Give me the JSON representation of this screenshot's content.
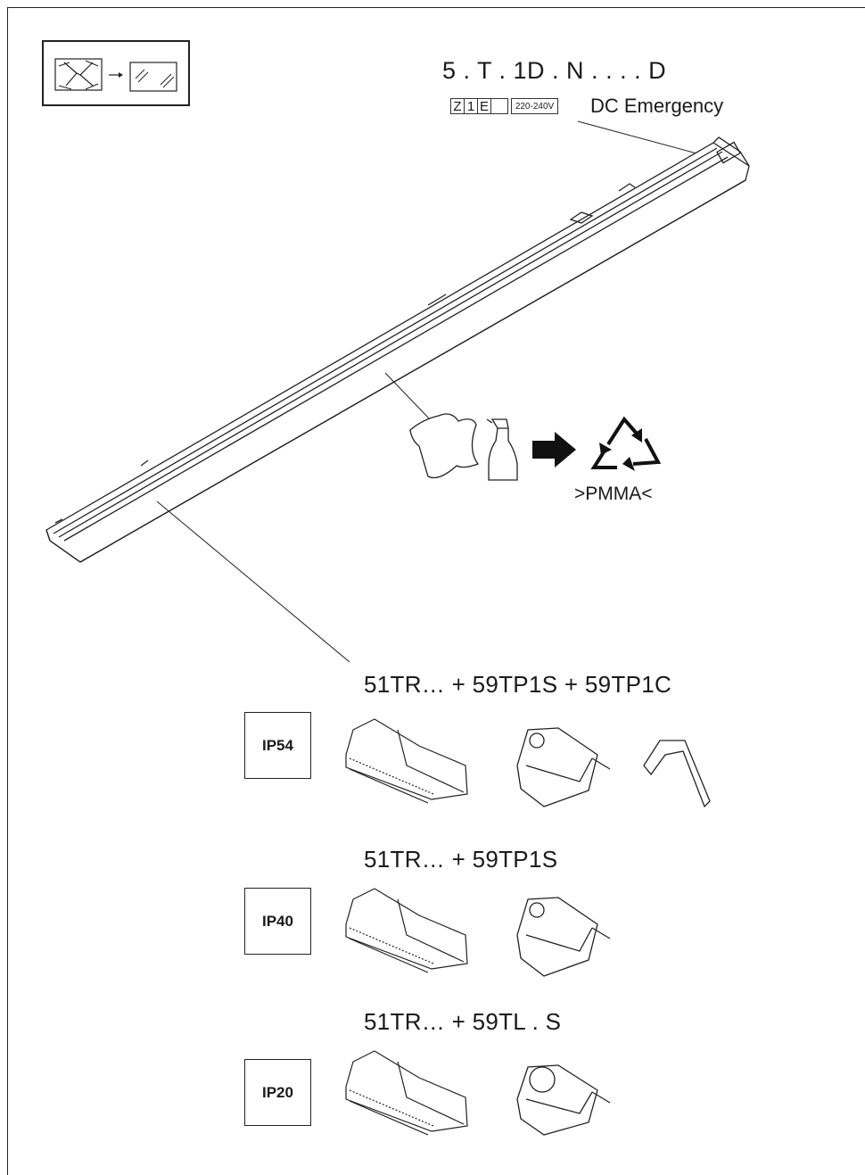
{
  "product_code": "5 . T . 1D . N . . . . D",
  "code_cells": [
    "Z",
    "1",
    "E",
    "",
    "220-240V"
  ],
  "emergency_label": "DC Emergency",
  "recycle_label": ">PMMA<",
  "configs": [
    {
      "ip": "IP54",
      "components": "51TR…  +  59TP1S  +  59TP1C"
    },
    {
      "ip": "IP40",
      "components": "51TR…  +  59TP1S"
    },
    {
      "ip": "IP20",
      "components": "51TR…  +  59TL . S"
    }
  ],
  "icons": [
    "replace-broken-diffuser-icon",
    "cloth-icon",
    "spray-bottle-icon",
    "arrow-right-icon",
    "recycle-icon",
    "end-cap-icon",
    "gasket-icon"
  ]
}
